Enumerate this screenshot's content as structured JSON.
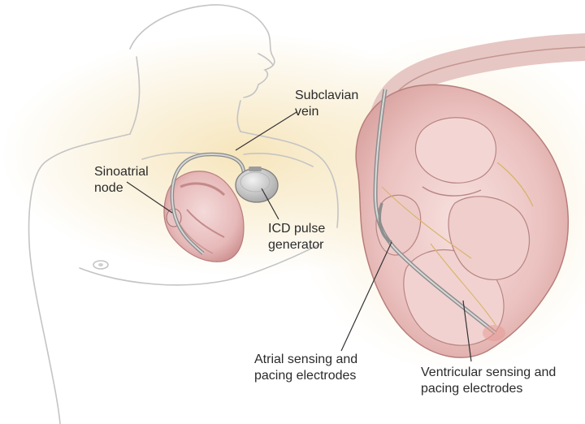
{
  "labels": {
    "subclavian_vein": [
      "Subclavian",
      "vein"
    ],
    "sinoatrial_node": [
      "Sinoatrial",
      "node"
    ],
    "icd_pulse_generator": [
      "ICD pulse",
      "generator"
    ],
    "atrial_electrodes": [
      "Atrial sensing and",
      "pacing electrodes"
    ],
    "ventricular_electrodes": [
      "Ventricular sensing and",
      "pacing electrodes"
    ]
  },
  "colors": {
    "skin_outline": "#bdbdbd",
    "heart_pink": "#e9bcbc",
    "heart_dark": "#b86f6f",
    "lead_gray": "#9a9a9a",
    "glow": "#f5e3b5"
  }
}
